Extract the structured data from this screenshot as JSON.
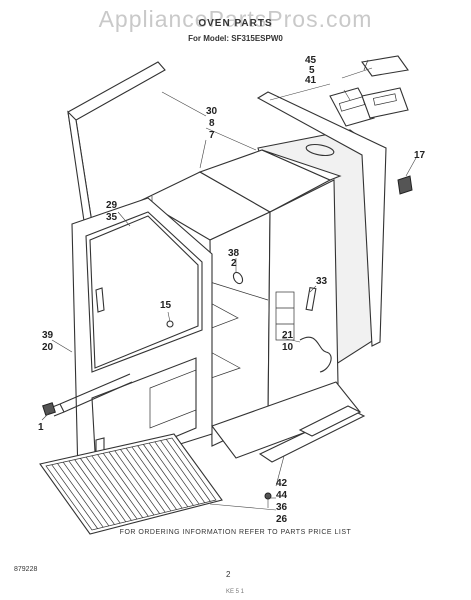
{
  "header": {
    "watermark": "AppliancePartsPros.com",
    "title": "OVEN PARTS",
    "model_line": "For Model: SF315ESPW0"
  },
  "callouts": {
    "c45": "45",
    "c5": "5",
    "c41": "41",
    "c30": "30",
    "c8": "8",
    "c7": "7",
    "c17": "17",
    "c29": "29",
    "c35": "35",
    "c38": "38",
    "c2": "2",
    "c15": "15",
    "c33": "33",
    "c21": "21",
    "c10": "10",
    "c39": "39",
    "c20": "20",
    "c1": "1",
    "c42": "42",
    "c44": "44",
    "c36": "36",
    "c26": "26"
  },
  "footer": {
    "order_note": "FOR ORDERING INFORMATION REFER TO PARTS PRICE LIST",
    "doc_number": "879228",
    "page_number": "2",
    "bottom_mark": "KE 5 1"
  }
}
